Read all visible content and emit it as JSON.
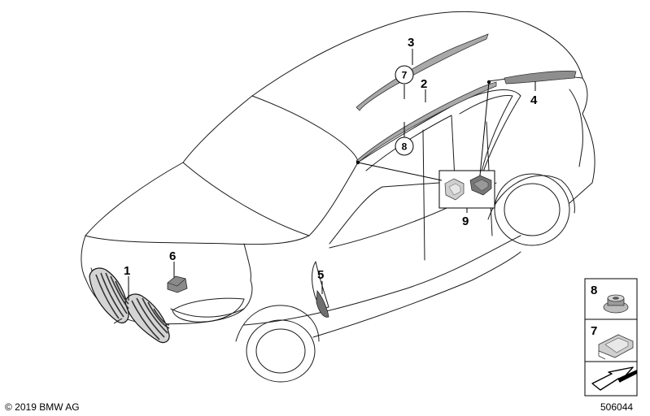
{
  "diagram": {
    "callouts": {
      "c1": "1",
      "c2": "2",
      "c3": "3",
      "c4": "4",
      "c5": "5",
      "c6": "6",
      "c9": "9"
    },
    "circled": {
      "on_3": "7",
      "on_2": "8"
    },
    "legend": {
      "item_a": "8",
      "item_b": "7"
    },
    "copyright": "© 2019 BMW AG",
    "drawing_number": "506044"
  }
}
